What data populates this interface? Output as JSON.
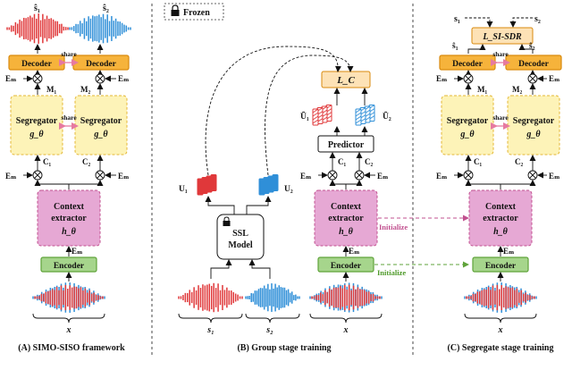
{
  "legend": {
    "frozen": "Frozen"
  },
  "panel_a": {
    "caption": "(A) SIMO-SISO framework",
    "out1": "ŝ₁",
    "out2": "ŝ₂",
    "decoder": "Decoder",
    "share": "share",
    "em": "Eₘ",
    "m1": "M₁",
    "m2": "M₂",
    "segregator": "Segregator",
    "g": "g_θ",
    "c1": "C₁",
    "c2": "C₂",
    "context_line1": "Context",
    "context_line2": "extractor",
    "h": "h_θ",
    "encoder": "Encoder",
    "x": "x"
  },
  "panel_b": {
    "caption": "(B) Group stage training",
    "loss": "L_C",
    "u1": "U₁",
    "u2": "U₂",
    "ut1": "Ũ₁",
    "ut2": "Ũ₂",
    "predictor": "Predictor",
    "ssl_line1": "SSL",
    "ssl_line2": "Model",
    "s1": "s₁",
    "s2": "s₂",
    "c1": "C₁",
    "c2": "C₂",
    "em": "Eₘ",
    "context_line1": "Context",
    "context_line2": "extractor",
    "h": "h_θ",
    "encoder": "Encoder",
    "x": "x",
    "initialize1": "Initialize",
    "initialize2": "Initialize"
  },
  "panel_c": {
    "caption": "(C) Segregate stage training",
    "s1": "s₁",
    "s2": "s₂",
    "loss": "L_SI-SDR",
    "out1": "ŝ₁",
    "out2": "ŝ₂",
    "decoder": "Decoder",
    "share": "share",
    "em": "Eₘ",
    "m1": "M₁",
    "m2": "M₂",
    "segregator": "Segregator",
    "g": "g_θ",
    "c1": "C₁",
    "c2": "C₂",
    "context_line1": "Context",
    "context_line2": "extractor",
    "h": "h_θ",
    "encoder": "Encoder",
    "x": "x"
  },
  "colors": {
    "red": "#e0383a",
    "blue": "#2f8fd8",
    "orange_fill": "#f6b33b",
    "orange_stroke": "#d98a0e",
    "yellow_fill": "#fdf3b8",
    "yellow_stroke": "#e4b736",
    "pink_fill": "#e6a8d4",
    "pink_stroke": "#c1508f",
    "green_fill": "#a6d58c",
    "green_stroke": "#5fa33a",
    "loss_fill": "#fde2b6"
  }
}
